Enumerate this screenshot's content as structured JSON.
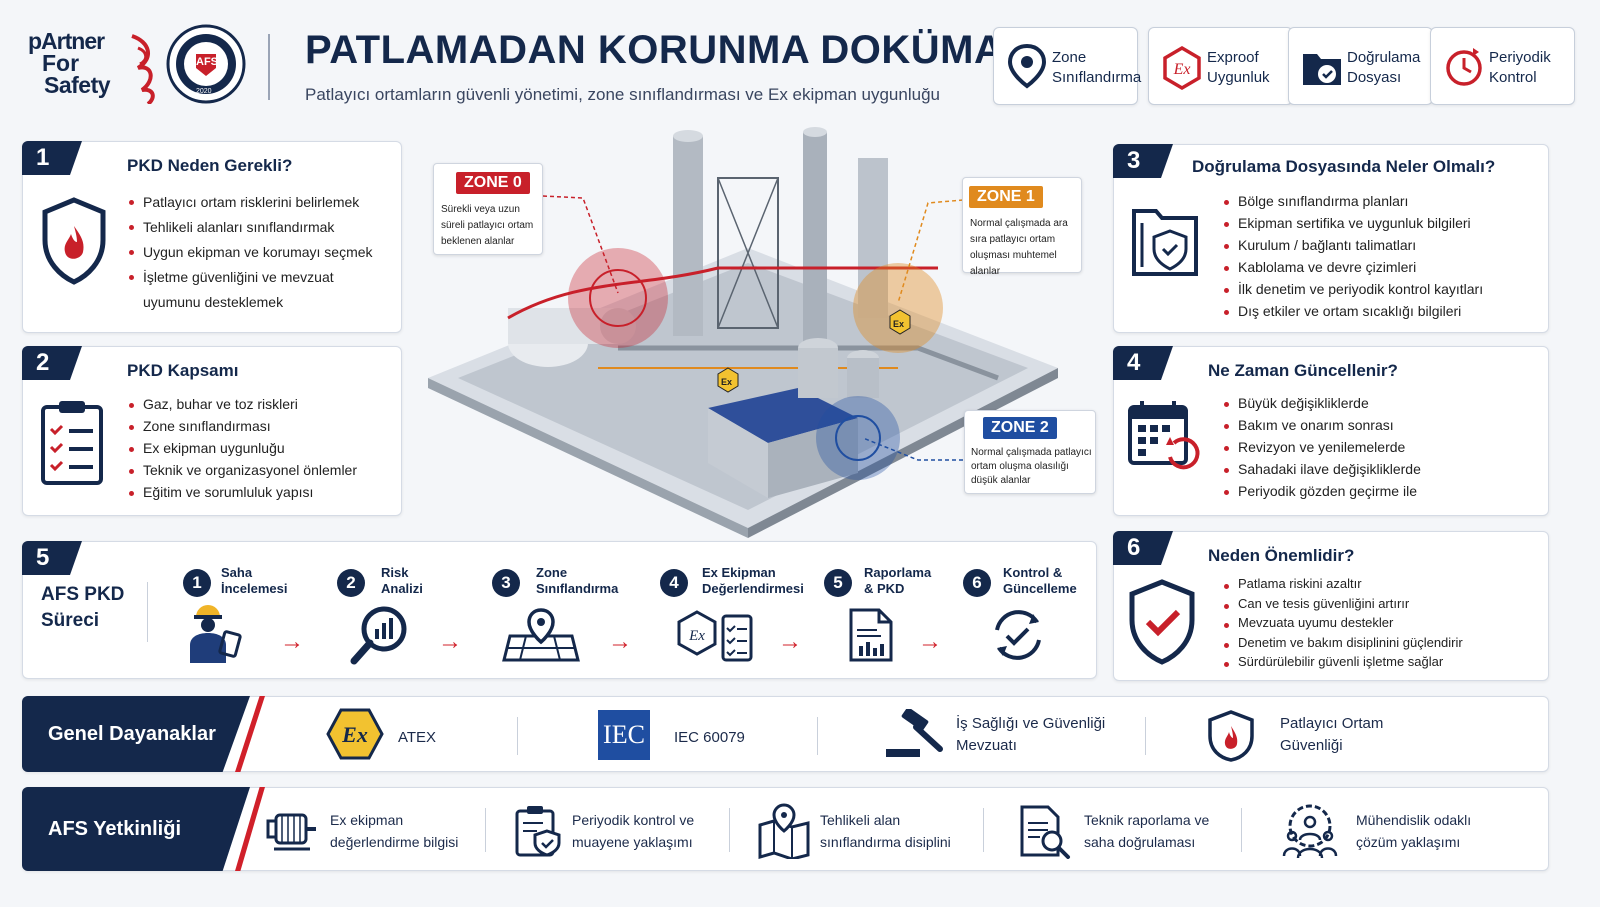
{
  "brand": {
    "logo_text": [
      "pArtner",
      "For",
      "Safety"
    ],
    "seal_text": "AFS",
    "seal_year": "2020"
  },
  "header": {
    "title": "PATLAMADAN KORUNMA DOKÜMANI",
    "subtitle": "Patlayıcı ortamların güvenli yönetimi, zone sınıflandırması ve Ex ekipman uygunluğu"
  },
  "top_badges": [
    {
      "label": "Zone Sınıflandırma",
      "icon": "location-pin-icon"
    },
    {
      "label": "Exproof Uygunluk",
      "icon": "ex-hexagon-icon"
    },
    {
      "label": "Doğrulama Dosyası",
      "icon": "folder-check-icon"
    },
    {
      "label": "Periyodik Kontrol",
      "icon": "clock-refresh-icon"
    }
  ],
  "cards": {
    "c1": {
      "num": "1",
      "title": "PKD Neden Gerekli?",
      "items": [
        "Patlayıcı ortam risklerini belirlemek",
        "Tehlikeli alanları sınıflandırmak",
        "Uygun ekipman ve korumayı seçmek",
        "İşletme güvenliğini ve mevzuat uyumunu desteklemek"
      ]
    },
    "c2": {
      "num": "2",
      "title": "PKD Kapsamı",
      "items": [
        "Gaz, buhar ve toz riskleri",
        "Zone sınıflandırması",
        "Ex ekipman uygunluğu",
        "Teknik ve organizasyonel önlemler",
        "Eğitim ve sorumluluk yapısı"
      ]
    },
    "c3": {
      "num": "3",
      "title": "Doğrulama Dosyasında Neler Olmalı?",
      "items": [
        "Bölge sınıflandırma planları",
        "Ekipman sertifika ve uygunluk bilgileri",
        "Kurulum / bağlantı talimatları",
        "Kablolama ve devre çizimleri",
        "İlk denetim ve periyodik kontrol kayıtları",
        "Dış etkiler ve ortam sıcaklığı bilgileri"
      ]
    },
    "c4": {
      "num": "4",
      "title": "Ne Zaman Güncellenir?",
      "items": [
        "Büyük değişikliklerde",
        "Bakım ve onarım sonrası",
        "Revizyon ve yenilemelerde",
        "Sahadaki ilave değişikliklerde",
        "Periyodik gözden geçirme ile"
      ]
    },
    "c6": {
      "num": "6",
      "title": "Neden Önemlidir?",
      "items": [
        "Patlama riskini azaltır",
        "Can ve tesis güvenliğini artırır",
        "Mevzuata uyumu destekler",
        "Denetim ve bakım disiplinini güçlendirir",
        "Sürdürülebilir güvenli işletme sağlar"
      ]
    }
  },
  "process": {
    "num": "5",
    "title": "AFS PKD Süreci",
    "steps": [
      {
        "n": "1",
        "label": "Saha İncelemesi"
      },
      {
        "n": "2",
        "label": "Risk Analizi"
      },
      {
        "n": "3",
        "label": "Zone Sınıflandırma"
      },
      {
        "n": "4",
        "label": "Ex Ekipman Değerlendirmesi"
      },
      {
        "n": "5",
        "label": "Raporlama & PKD"
      },
      {
        "n": "6",
        "label": "Kontrol & Güncelleme"
      }
    ],
    "arrow": "→"
  },
  "zones": {
    "z0": {
      "tag": "ZONE 0",
      "text": "Sürekli veya uzun süreli patlayıcı ortam beklenen alanlar",
      "color": "#c8202a"
    },
    "z1": {
      "tag": "ZONE 1",
      "text": "Normal çalışmada ara sıra patlayıcı ortam oluşması muhtemel alanlar",
      "color": "#e08a1e"
    },
    "z2": {
      "tag": "ZONE 2",
      "text": "Normal çalışmada patlayıcı ortam oluşma olasılığı düşük alanlar",
      "color": "#1f4ea1"
    }
  },
  "ex_mark": "Ex",
  "references": {
    "label": "Genel Dayanaklar",
    "items": [
      {
        "text": "ATEX",
        "icon": "ex-hexagon-icon"
      },
      {
        "text": "IEC 60079",
        "icon": "iec-logo-icon",
        "logo": "IEC"
      },
      {
        "text": "İş Sağlığı ve Güvenliği Mevzuatı",
        "icon": "gavel-icon"
      },
      {
        "text": "Patlayıcı Ortam Güvenliği",
        "icon": "flame-shield-icon"
      }
    ]
  },
  "competence": {
    "label": "AFS Yetkinliği",
    "items": [
      {
        "text": "Ex ekipman değerlendirme bilgisi",
        "icon": "motor-icon"
      },
      {
        "text": "Periyodik kontrol ve muayene yaklaşımı",
        "icon": "clipboard-shield-icon"
      },
      {
        "text": "Tehlikeli alan sınıflandırma disiplini",
        "icon": "map-pin-icon"
      },
      {
        "text": "Teknik raporlama ve saha doğrulaması",
        "icon": "document-search-icon"
      },
      {
        "text": "Mühendislik odaklı çözüm yaklaşımı",
        "icon": "team-gear-icon"
      }
    ]
  },
  "colors": {
    "navy": "#14284b",
    "red": "#c8202a",
    "orange": "#e08a1e",
    "blue": "#1f4ea1"
  }
}
